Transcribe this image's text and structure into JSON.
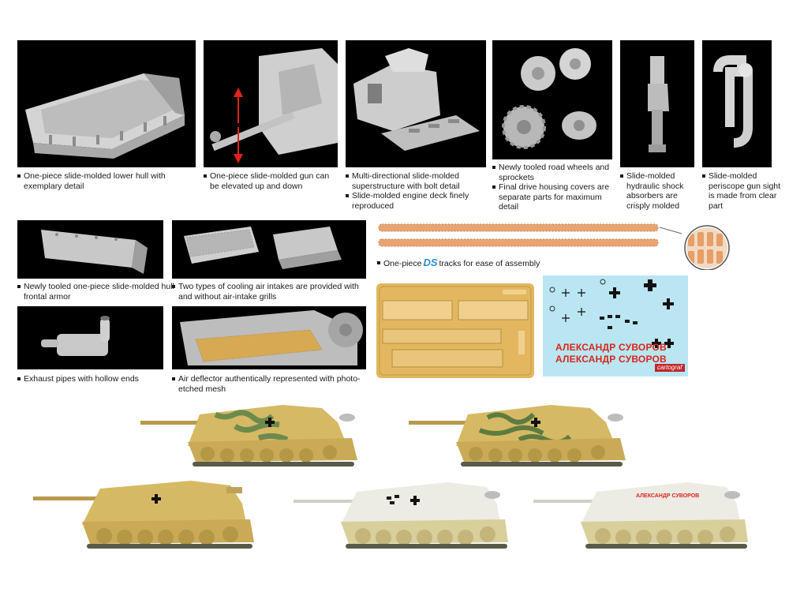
{
  "captions": {
    "lower_hull": [
      "One-piece slide-molded lower hull with exemplary detail"
    ],
    "gun": [
      "One-piece slide-molded gun can be elevated up and down"
    ],
    "superstructure": [
      "Multi-directional slide-molded superstructure with bolt detail",
      "Slide-molded engine deck finely reproduced"
    ],
    "road_wheels": [
      "Newly tooled road wheels and sprockets",
      "Final drive housing covers are separate parts for maximum detail"
    ],
    "shock_absorbers": [
      "Slide-molded hydraulic shock absorbers are crisply molded"
    ],
    "periscope": [
      "Slide-molded periscope gun sight is made from clear part"
    ],
    "frontal_armor": [
      "Newly tooled one-piece slide-molded hull frontal armor"
    ],
    "cooling_intakes": [
      "Two types of cooling air intakes are provided with and without air-intake grills"
    ],
    "exhaust": [
      "Exhaust pipes with hollow ends"
    ],
    "air_deflector": [
      "Air deflector authentically represented with photo-etched mesh"
    ]
  },
  "tracks": {
    "prefix": "One-piece",
    "logo": "DS",
    "suffix": "tracks for ease of assembly"
  },
  "decals": {
    "name_line": "АЛЕКСАНДР СУВОРОВ",
    "brand": "cartograf"
  },
  "tank_markings": {
    "name": "АЛЕКСАНДР СУВОРОВ"
  },
  "colors": {
    "panel_bg": "#000000",
    "plastic_grey": "#c9c9c9",
    "track_orange": "#e8a573",
    "photo_etch_gold": "#e2b760",
    "decal_bg": "#b9e6f1",
    "camo_sand": "#d6b964",
    "camo_green": "#6d8a4c",
    "winter_white": "#ecebe4",
    "marking_red": "#d9251c"
  },
  "icons": [
    "cross-marking-icon",
    "arrow-up-icon",
    "arrow-down-icon"
  ]
}
